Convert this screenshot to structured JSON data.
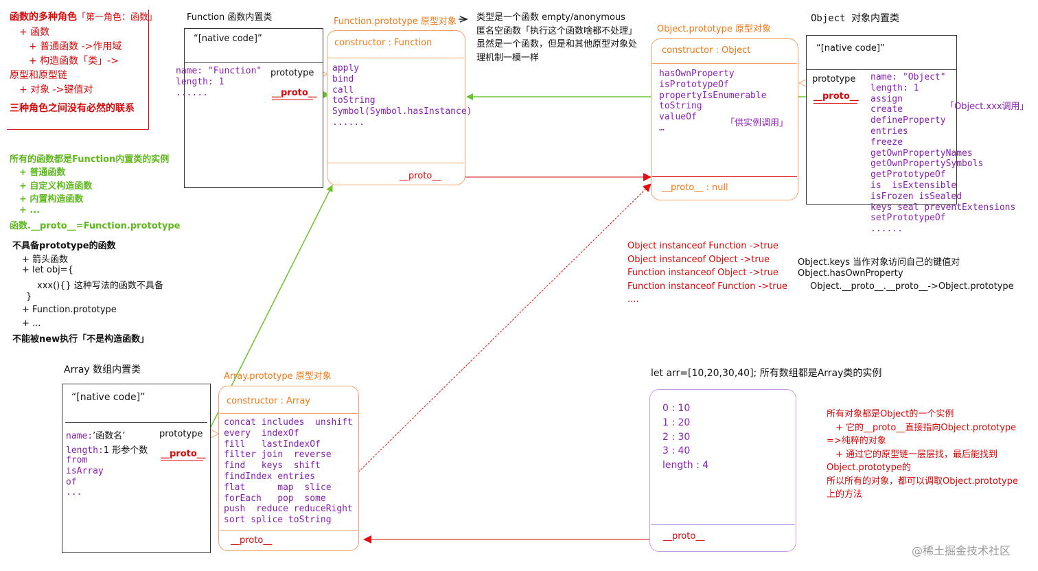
{
  "roles": {
    "title_a": "函数的多种角色",
    "title_b": "「第一角色：函数」",
    "items": [
      "+ 函数",
      "+ 普通函数 ->作用域",
      "+ 构造函数「类」->",
      "原型和原型链",
      "+ 对象 ->键值对"
    ],
    "conclusion": "三种角色之间没有必然的联系"
  },
  "function_instances": {
    "title": "所有的函数都是Function内置类的实例",
    "items": [
      "+ 普通函数",
      "+ 自定义构造函数",
      "+ 内置构造函数",
      "+ ..."
    ],
    "rule": "函数.__proto__=Function.prototype"
  },
  "no_prototype": {
    "title": "不具备prototype的函数",
    "items": [
      "+ 箭头函数",
      "+ let obj={",
      "xxx(){}  这种写法的函数不具备",
      "}",
      "+ Function.prototype",
      "+ ..."
    ],
    "conclusion": "不能被new执行「不是构造函数」"
  },
  "function_class": {
    "label": "Function 函数内置类",
    "native_code": "“[native code]”",
    "props": [
      "name: \"Function\"",
      "length: 1",
      "......"
    ],
    "prototype_label": "prototype",
    "proto_label": "__proto__"
  },
  "function_prototype": {
    "label": "Function.prototype 原型对象",
    "constructor": "constructor : Function",
    "methods": [
      "apply",
      "bind",
      "call",
      "toString",
      "Symbol(Symbol.hasInstance)",
      "......"
    ],
    "proto_label": "__proto__"
  },
  "function_prototype_note": [
    "类型是一个函数 empty/anonymous",
    "匿名空函数「执行这个函数啥都不处理」",
    "虽然是一个函数，但是和其他原型对象处",
    "理机制一模一样"
  ],
  "object_prototype": {
    "label": "Object.prototype  原型对象",
    "constructor": "constructor : Object",
    "methods": [
      "hasOwnProperty",
      "isPrototypeOf",
      "propertyIsEnumerable",
      "toString",
      "valueOf",
      "…"
    ],
    "instance_note": "「供实例调用」",
    "proto_label": "__proto__ : null"
  },
  "object_class": {
    "label": "Object  对象内置类",
    "native_code": "“[native code]”",
    "prototype_label": "prototype",
    "proto_label": "__proto__",
    "props": [
      "name: \"Object\"",
      "length: 1",
      "assign",
      "create",
      "defineProperty",
      "entries",
      "freeze",
      "getOwnPropertyNames",
      "getOwnPropertySymbols",
      "getPrototypeOf",
      "is  isExtensible",
      "isFrozen isSealed",
      "keys seal preventExtensions",
      "setPrototypeOf",
      "......"
    ],
    "static_note": "「Object.xxx调用」"
  },
  "instanceof_notes": [
    "Object instanceof Function ->true",
    "Object instanceof Object ->true",
    "Function instanceof Object ->true",
    "Function instanceof Function ->true",
    "...."
  ],
  "object_keys_notes": [
    "Object.keys  当作对象访问自己的键值对",
    "Object.hasOwnProperty",
    "Object.__proto__.__proto__->Object.prototype"
  ],
  "array_class": {
    "label": "Array 数组内置类",
    "native_code": "“[native code]”",
    "name_key": "name:",
    "name_val": "’函数名’",
    "length_key": "length:",
    "length_val": "1 形参个数",
    "props": [
      "from",
      "isArray",
      "of",
      "..."
    ],
    "prototype_label": "prototype",
    "proto_label": "__proto__"
  },
  "array_prototype": {
    "label": "Array.prototype 原型对象",
    "constructor": "constructor : Array",
    "methods": [
      "concat includes  unshift",
      "every  indexOf",
      "fill   lastIndexOf",
      "filter join  reverse",
      "find   keys  shift",
      "findIndex entries",
      "flat      map  slice",
      "forEach   pop  some",
      "push  reduce reduceRight",
      "sort splice toString"
    ],
    "proto_label": "__proto__"
  },
  "arr_instance": {
    "label": "let arr=[10,20,30,40];  所有数组都是Array类的实例",
    "entries": [
      "0 : 10",
      "1 : 20",
      "2 : 30",
      "3 : 40",
      "length : 4"
    ],
    "proto_label": "__proto__"
  },
  "object_instance_notes": [
    "所有对象都是Object的一个实例",
    "+ 它的__proto__直接指向Object.prototype",
    "=>纯粹的对象",
    "+ 通过它的原型链一层层找，最后能找到",
    "Object.prototype的",
    "所以所有的对象，都可以调取Object.prototype",
    "上的方法"
  ],
  "watermark": "@稀土掘金技术社区",
  "colors": {
    "orange": "#f07a18",
    "red": "#d60a0a",
    "green": "#5fb81e",
    "purple": "#8a1fb3",
    "box_orange": "#f6a06a",
    "box_purple": "#c89be8"
  }
}
